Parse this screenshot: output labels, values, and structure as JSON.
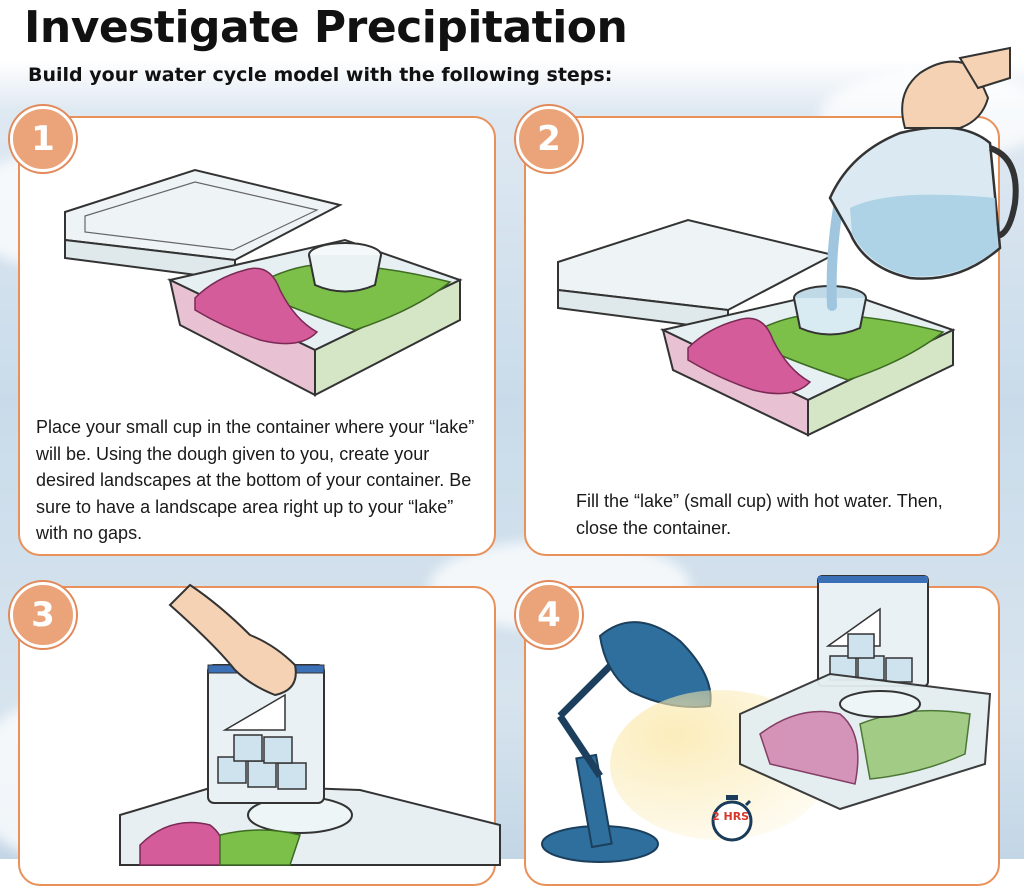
{
  "header": {
    "title": "Investigate Precipitation",
    "subtitle": "Build your water cycle model with the following steps:"
  },
  "steps": [
    {
      "number": "1",
      "text": "Place your small cup in the container where your “lake” will be. Using the dough given to you, create your desired landscapes at the bottom of your container. Be sure to have a landscape area right up to your “lake” with no gaps."
    },
    {
      "number": "2",
      "text": "Fill the “lake” (small cup) with hot water. Then, close the container."
    },
    {
      "number": "3",
      "text": ""
    },
    {
      "number": "4",
      "timer_label": "2 HRS"
    }
  ],
  "colors": {
    "card_border": "#e8915a",
    "badge_fill": "#eba47a",
    "dough_pink": "#d45c9a",
    "dough_green": "#7cc04a",
    "lamp_blue": "#2e6f9e",
    "timer_red": "#d9362b"
  }
}
